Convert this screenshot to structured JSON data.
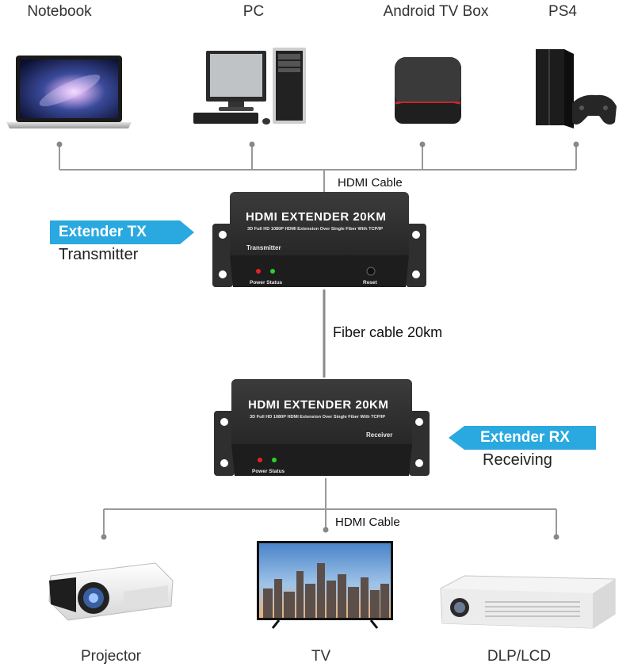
{
  "sources": [
    {
      "label": "Notebook"
    },
    {
      "label": "PC"
    },
    {
      "label": "Android TV Box"
    },
    {
      "label": "PS4"
    }
  ],
  "top_cable_label": "HDMI Cable",
  "transmitter": {
    "badge": "Extender TX",
    "subtitle": "Transmitter",
    "brand": "HDMI",
    "model": "EXTENDER 20KM",
    "spec": "3D Full HD 1080P HDMI Extension Over Single Fiber With TCP/IP",
    "role": "Transmitter",
    "power_label": "Power Status",
    "reset_label": "Reset"
  },
  "fiber_label": "Fiber cable 20km",
  "receiver": {
    "badge": "Extender RX",
    "subtitle": "Receiving",
    "brand": "HDMI",
    "model": "EXTENDER 20KM",
    "spec": "3D Full HD 1080P HDMI Extension Over Single Fiber With TCP/IP",
    "role": "Receiver",
    "power_label": "Power Status"
  },
  "bottom_cable_label": "HDMI Cable",
  "destinations": [
    {
      "label": "Projector"
    },
    {
      "label": "TV"
    },
    {
      "label": "DLP/LCD"
    }
  ],
  "colors": {
    "badge_blue": "#29a9df",
    "box_body": "#2b2b2b",
    "line_gray": "#999999",
    "led_red": "#e52222",
    "led_green": "#2bd12b"
  }
}
